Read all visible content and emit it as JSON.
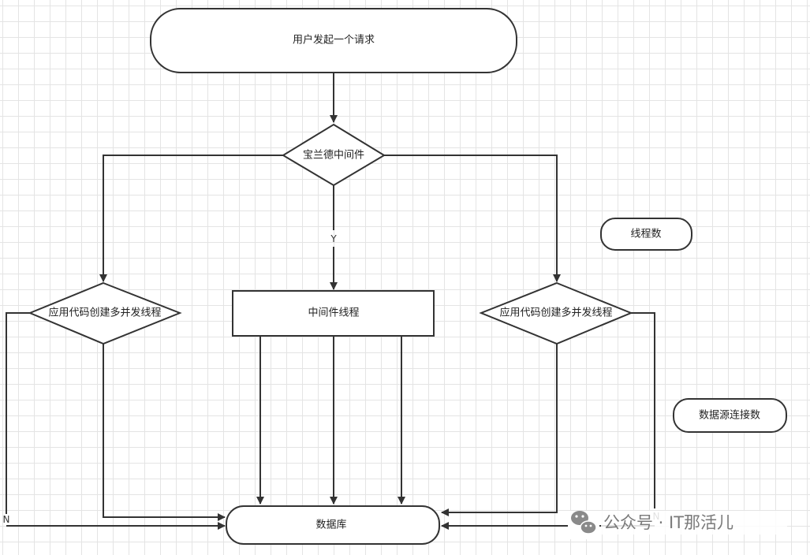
{
  "nodes": {
    "start": "用户发起一个请求",
    "middleware": "宝兰德中间件",
    "app_left": "应用代码创建多并发线程",
    "mw_thread": "中间件线程",
    "app_right": "应用代码创建多并发线程",
    "thread_count": "线程数",
    "ds_conn": "数据源连接数",
    "database": "数据库"
  },
  "edge_labels": {
    "yes": "Y",
    "no_left": "N",
    "no_right": "N"
  },
  "watermark": "公众号 · IT那活儿"
}
